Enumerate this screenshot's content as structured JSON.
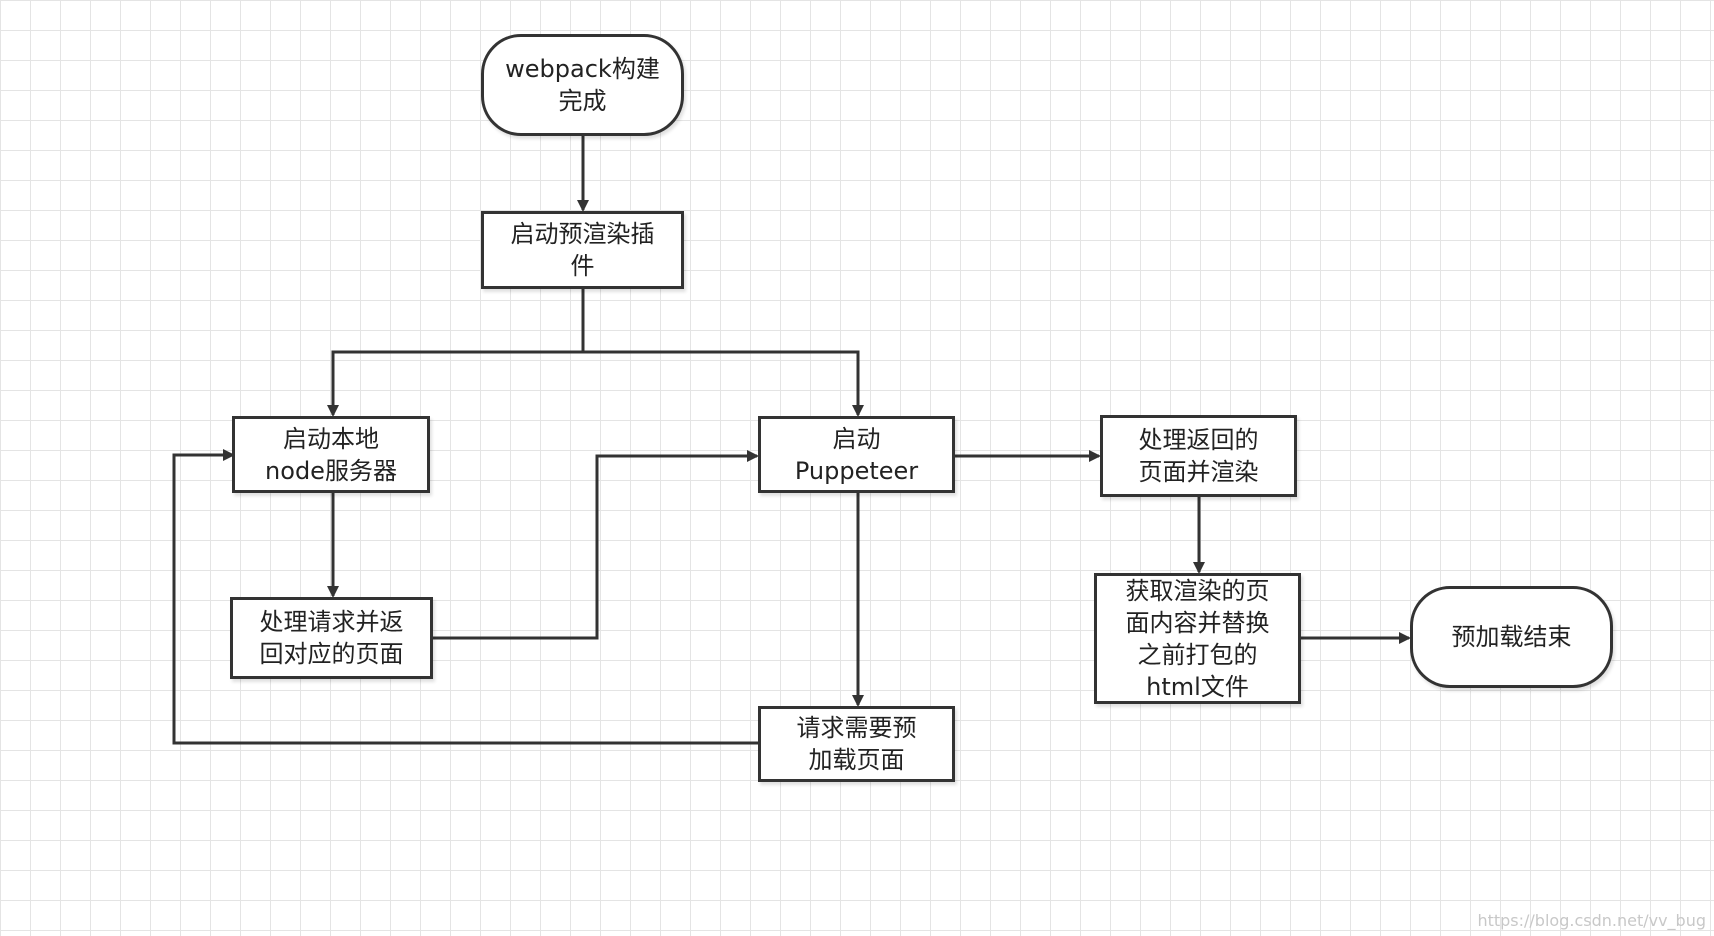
{
  "colors": {
    "stroke": "#333333",
    "grid": "#e4e4e4",
    "background": "#ffffff"
  },
  "nodes": {
    "start": "webpack构建\n完成",
    "plugin": "启动预渲染插\n件",
    "server": "启动本地\nnode服务器",
    "handle_request": "处理请求并返\n回对应的页面",
    "puppeteer": "启动\nPuppeteer",
    "request_page": "请求需要预\n加载页面",
    "process_render": "处理返回的\n页面并渲染",
    "replace_html": "获取渲染的页\n面内容并替换\n之前打包的\nhtml文件",
    "end": "预加载结束"
  },
  "watermark": "https://blog.csdn.net/vv_bug"
}
